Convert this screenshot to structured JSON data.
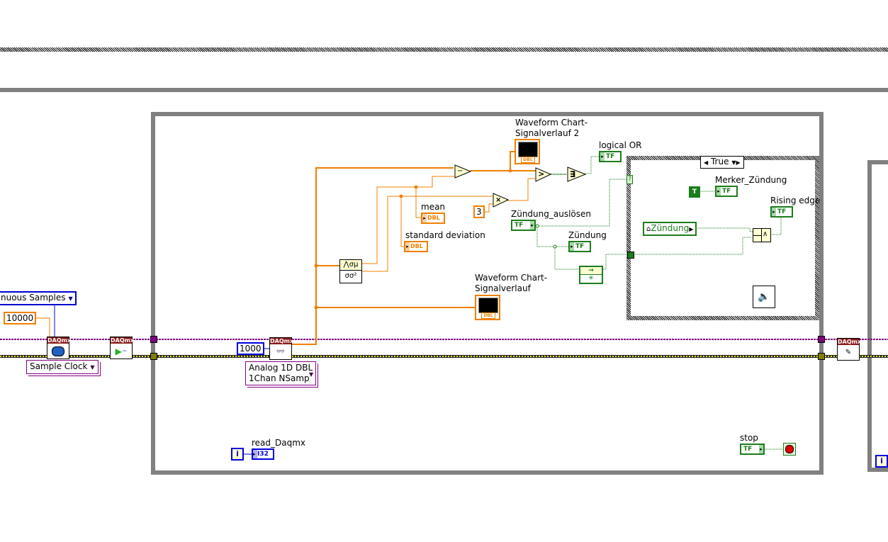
{
  "diagram": {
    "outer_left": {
      "sample_mode_label": "nuous Samples",
      "samples_constant": "10000",
      "timing_ring": "Sample Clock",
      "timing_node_header": "DAQmx",
      "start_node_header": "DAQmx"
    },
    "while_loop": {
      "read_node_header": "DAQmx",
      "samples_per_read": "1000",
      "read_polymorphic": [
        "Analog 1D DBL",
        "1Chan NSamp"
      ],
      "stats_node": {
        "top": "⋀σμ",
        "bottom": "σσ²"
      },
      "mean_label": "mean",
      "mean_type": "DBL",
      "std_label": "standard deviation",
      "std_type": "DBL",
      "multiplier_constant": "3",
      "subtract_symbol": "−",
      "multiply_symbol": "×",
      "greater_symbol": ">",
      "or_array_symbol": "∃",
      "chart2_label": [
        "Waveform Chart-",
        "Signalverlauf 2"
      ],
      "chart1_label": [
        "Waveform Chart-",
        "Signalverlauf"
      ],
      "chart_type": "DBL",
      "logical_or_label": "logical OR",
      "zuendung_ausloesen_label": "Zündung_auslösen",
      "zuendung_label": "Zündung",
      "tf_text": "TF",
      "iteration_label": "i",
      "iteration_indicator_label": "read_Daqmx",
      "iteration_type": "I32",
      "stop_label": "stop"
    },
    "case_structure": {
      "selector_value": "True",
      "selector_terminal": "?",
      "true_constant": "T",
      "merker_label": "Merker_Zündung",
      "rising_edge_label": "Rising edge",
      "local_var_label": "Zündung",
      "and_symbol": "∧"
    },
    "outer_right": {
      "clear_node_header": "DAQmx",
      "iteration_label": "i"
    },
    "colors": {
      "dbl_wire": "#f08000",
      "bool_wire": "#1c7c1c",
      "i32_wire": "#0000e0",
      "task_wire": "#800080",
      "error_wire": "#c8c800",
      "structure_gray": "#808080",
      "daq_header": "#8b1a1a"
    }
  }
}
